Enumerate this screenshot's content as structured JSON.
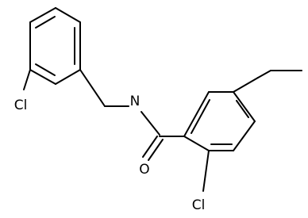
{
  "molecule": {
    "atoms": {
      "cl_top": "Cl",
      "n": "N",
      "o_carbonyl": "O",
      "cl_bottom": "Cl"
    },
    "colors": {
      "bond": "#000000",
      "label": "#000000",
      "background": "#ffffff"
    }
  }
}
